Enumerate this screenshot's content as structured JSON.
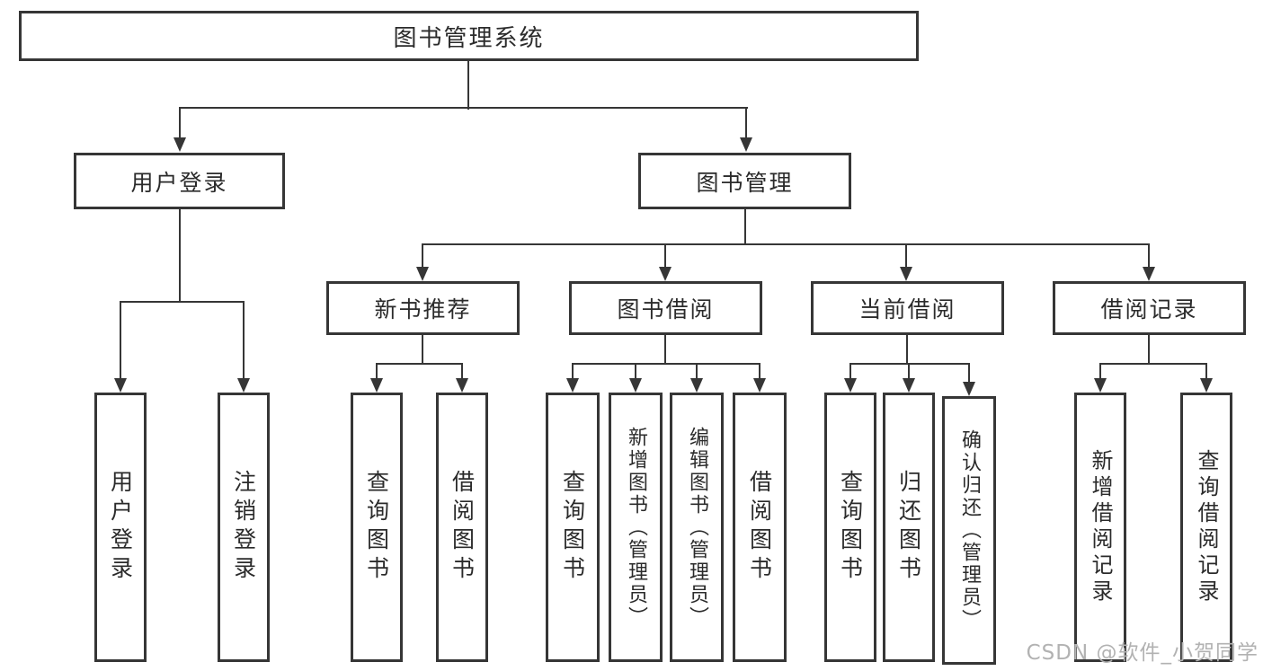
{
  "diagram_title": "图书管理系统",
  "tree": {
    "root": {
      "label": "图书管理系统"
    },
    "children": [
      {
        "label": "用户登录",
        "children": [
          {
            "label": "用户登录"
          },
          {
            "label": "注销登录"
          }
        ]
      },
      {
        "label": "图书管理",
        "children": [
          {
            "label": "新书推荐",
            "children": [
              {
                "label": "查询图书"
              },
              {
                "label": "借阅图书"
              }
            ]
          },
          {
            "label": "图书借阅",
            "children": [
              {
                "label": "查询图书"
              },
              {
                "label": "新增图书（管理员）"
              },
              {
                "label": "编辑图书（管理员）"
              },
              {
                "label": "借阅图书"
              }
            ]
          },
          {
            "label": "当前借阅",
            "children": [
              {
                "label": "查询图书"
              },
              {
                "label": "归还图书"
              },
              {
                "label": "确认归还（管理员）"
              }
            ]
          },
          {
            "label": "借阅记录",
            "children": [
              {
                "label": "新增借阅记录"
              },
              {
                "label": "查询借阅记录"
              }
            ]
          }
        ]
      }
    ]
  },
  "watermark": {
    "text": "CSDN @软件_小贺同学"
  },
  "colors": {
    "line": "#363636",
    "box_border": "#363636",
    "text": "#2b2b2b",
    "background": "#ffffff",
    "watermark": "#b2b2b2"
  }
}
